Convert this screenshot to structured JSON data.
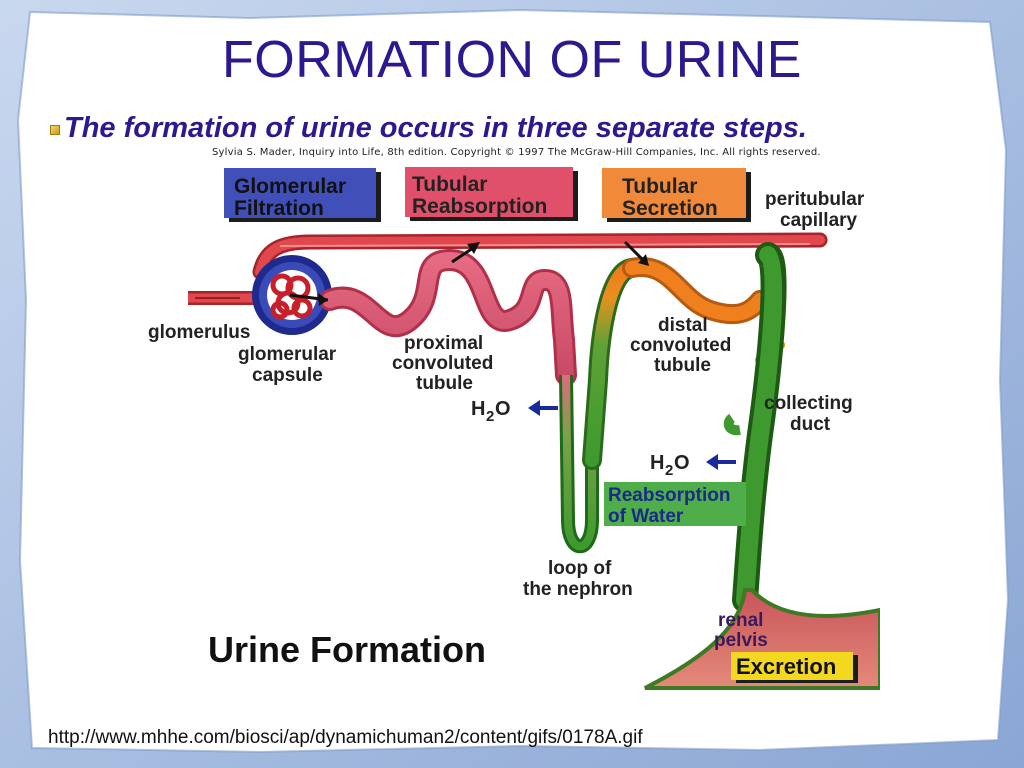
{
  "slide": {
    "title": "FORMATION OF URINE",
    "subtitle": "The formation of urine occurs in three separate steps.",
    "credit": "Sylvia S. Mader, Inquiry into Life, 8th edition. Copyright © 1997 The McGraw-Hill Companies, Inc. All rights reserved.",
    "source_url": "http://www.mhhe.com/biosci/ap/dynamichuman2/content/gifs/0178A.gif"
  },
  "diagram": {
    "steps": [
      {
        "line1": "Glomerular",
        "line2": "Filtration",
        "color": "#4050b8"
      },
      {
        "line1": "Tubular",
        "line2": "Reabsorption",
        "color": "#e0506a"
      },
      {
        "line1": "Tubular",
        "line2": "Secretion",
        "color": "#f08a3a"
      }
    ],
    "labels": {
      "peritubular_1": "peritubular",
      "peritubular_2": "capillary",
      "glomerulus": "glomerulus",
      "capsule_1": "glomerular",
      "capsule_2": "capsule",
      "proximal_1": "proximal",
      "proximal_2": "convoluted",
      "proximal_3": "tubule",
      "distal_1": "distal",
      "distal_2": "convoluted",
      "distal_3": "tubule",
      "collecting_1": "collecting",
      "collecting_2": "duct",
      "water": "H",
      "water_sub": "2",
      "water_o": "O",
      "loop_1": "loop of",
      "loop_2": "the nephron",
      "renal_1": "renal",
      "renal_2": "pelvis",
      "reabsorption_water_1": "Reabsorption",
      "reabsorption_water_2": "of Water",
      "excretion": "Excretion",
      "caption": "Urine Formation"
    },
    "colors": {
      "title_blue": "#2b1a8f",
      "capillary_red": "#d8383f",
      "tubule_pink": "#e06a80",
      "distal_orange": "#f0801e",
      "duct_green": "#3e9a2e",
      "reabsorption_green": "#4fae4a",
      "excretion_yellow": "#f4d820",
      "frame_blue": "#9ab4dc"
    }
  }
}
